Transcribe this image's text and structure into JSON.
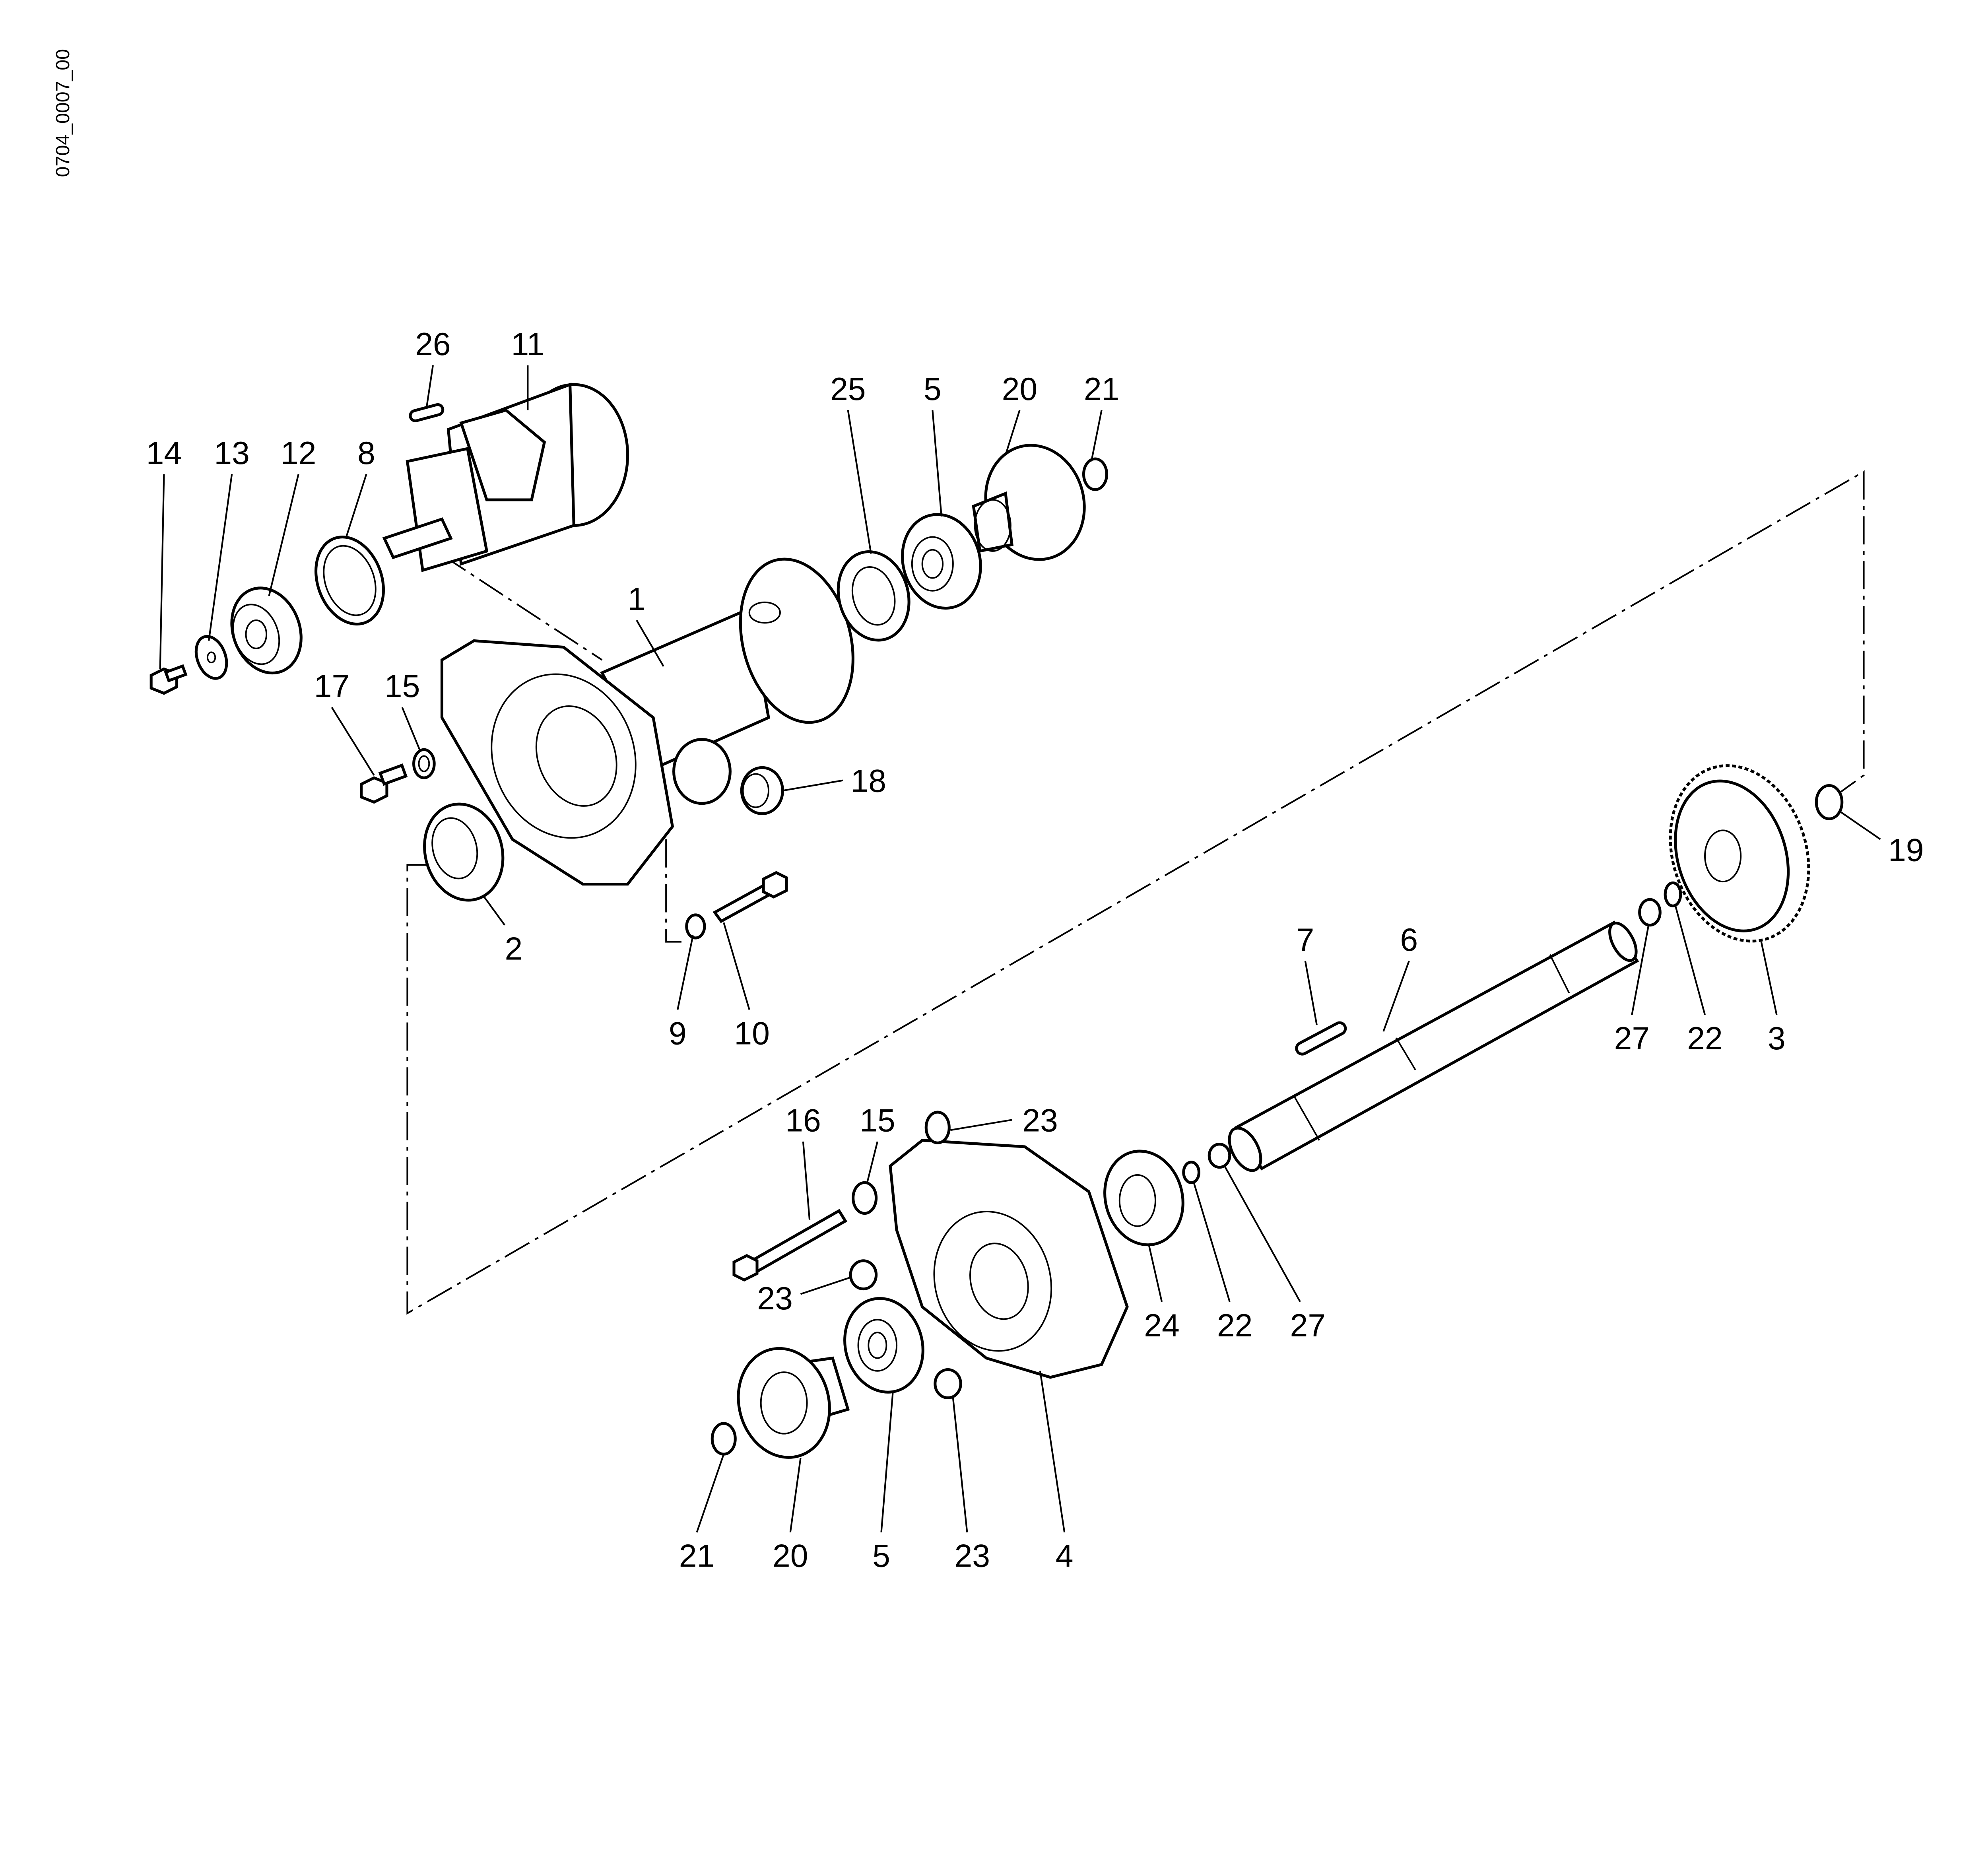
{
  "drawing_id": "0704_0007_00",
  "callouts": [
    "26",
    "11",
    "14",
    "13",
    "12",
    "8",
    "25",
    "5",
    "20",
    "21",
    "1",
    "17",
    "15",
    "18",
    "19",
    "2",
    "9",
    "10",
    "7",
    "6",
    "27",
    "22",
    "3",
    "16",
    "15",
    "23",
    "23",
    "24",
    "22",
    "27",
    "21",
    "20",
    "5",
    "23",
    "4"
  ],
  "colors": {
    "line": "#000000",
    "background": "#ffffff"
  }
}
